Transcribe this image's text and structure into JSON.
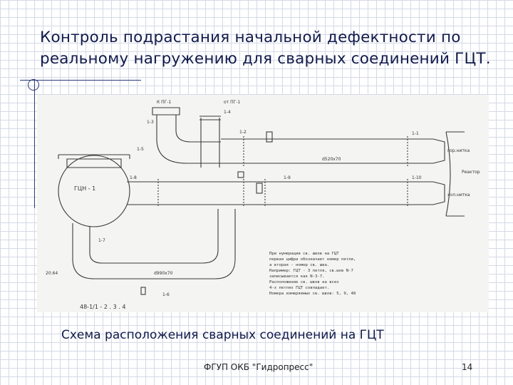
{
  "title": "Контроль подрастания начальной дефектности по реальному нагружению для сварных соединений ГЦТ.",
  "diagram": {
    "labels": {
      "k_pg": "К ПГ-1",
      "ot_pg": "от ПГ-1",
      "gcn": "ГЦН - 1",
      "reactor": "Реактор",
      "gor_nitka": "гор.нитка",
      "hol_nitka": "хол.нитка",
      "w1_1": "1-1",
      "w1_2": "1-2",
      "w1_3": "1-3",
      "w1_4": "1-4",
      "w1_5": "1-5",
      "w1_6": "1-6",
      "w1_7": "1-7",
      "w1_8": "1-8",
      "w1_9": "1-9",
      "w1_10": "1-10",
      "dim_1": "d520x70",
      "dim_2": "d990x70",
      "elev": "20.64",
      "bottom_code": "48-1/1 - 2 . 3 . 4"
    },
    "notes": [
      "При нумерации св. швов на ГЦТ",
      "первая цифра обозначает номер петли,",
      "а вторая - номер св. шва.",
      "Например: ГЦТ - 3 петля, св.шов N-7",
      "записывается как N-3-7.",
      "Расположение св. швов на всех",
      "4-х петлях ГЦТ совпадает.",
      "Номера измеряемых св. швов: 5, 9, 48"
    ]
  },
  "caption": "Схема расположения сварных соединений на ГЦТ",
  "footer": {
    "org": "ФГУП ОКБ \"Гидропресс\"",
    "page": "14"
  }
}
